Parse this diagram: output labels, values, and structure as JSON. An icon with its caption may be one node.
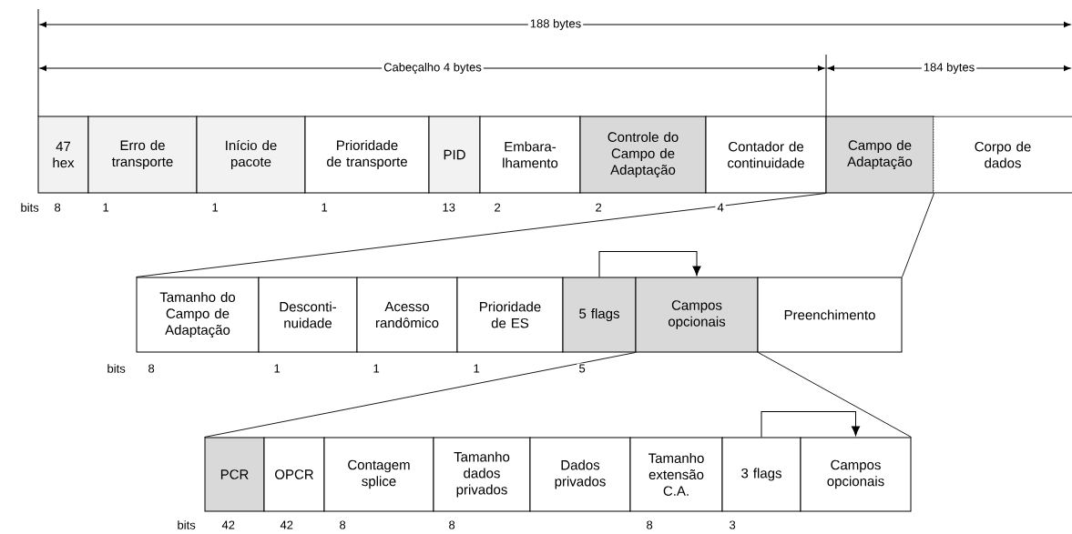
{
  "diagram": {
    "nodes": [
      {
        "text": [
          "47 hex"
        ]
      },
      {
        "text": [
          "Erro de transporte"
        ]
      },
      {
        "text": [
          "Início de pacote"
        ]
      },
      {
        "text": [
          "Prioridade de transporte"
        ]
      },
      {
        "text": [
          "PID"
        ]
      },
      {
        "text": [
          "Embara- lhamento"
        ]
      },
      {
        "text": [
          "Controle do Campo de Adaptação"
        ]
      },
      {
        "text": [
          "Contador de continuidade"
        ]
      },
      {
        "text": [
          "Campo de Adaptação"
        ]
      },
      {
        "text": [
          "Corpo de dados"
        ]
      },
      {
        "text": [
          "Tamanho do Campo de Adaptação"
        ]
      },
      {
        "text": [
          "Desconti- nuidade"
        ]
      },
      {
        "text": [
          "Acesso randômico"
        ]
      },
      {
        "text": [
          "Prioridade de ES"
        ]
      },
      {
        "text": [
          "5 flags"
        ]
      },
      {
        "text": [
          "Campos opcionais"
        ]
      },
      {
        "text": [
          "Preenchimento"
        ]
      },
      {
        "text": [
          "PCR"
        ]
      },
      {
        "text": [
          "OPCR"
        ]
      },
      {
        "text": [
          "Contagem splice"
        ]
      },
      {
        "text": [
          "Tamanho dados privados"
        ]
      },
      {
        "text": [
          "Dados privados"
        ]
      },
      {
        "text": [
          "Tamanho extensão C.A."
        ]
      },
      {
        "text": [
          "3 flags"
        ]
      },
      {
        "text": [
          "Campos opcionais"
        ]
      }
    ],
    "edges": [
      {
        "from": 8,
        "to": 10,
        "arrow": "none"
      },
      {
        "from": 8,
        "to": 16,
        "arrow": "none"
      },
      {
        "from": 14,
        "to": 15,
        "arrow": "to"
      },
      {
        "from": 15,
        "to": 17,
        "arrow": "none"
      },
      {
        "from": 15,
        "to": 24,
        "arrow": "none"
      },
      {
        "from": 23,
        "to": 24,
        "arrow": "to"
      }
    ],
    "labels": [
      "188 bytes",
      "Cabeçalho 4 bytes",
      "184 bytes",
      "bits",
      "8",
      "1",
      "1",
      "1",
      "13",
      "2",
      "2",
      "4",
      "bits",
      "8",
      "1",
      "1",
      "1",
      "5",
      "bits",
      "42",
      "42",
      "8",
      "8",
      "8",
      "3"
    ]
  }
}
